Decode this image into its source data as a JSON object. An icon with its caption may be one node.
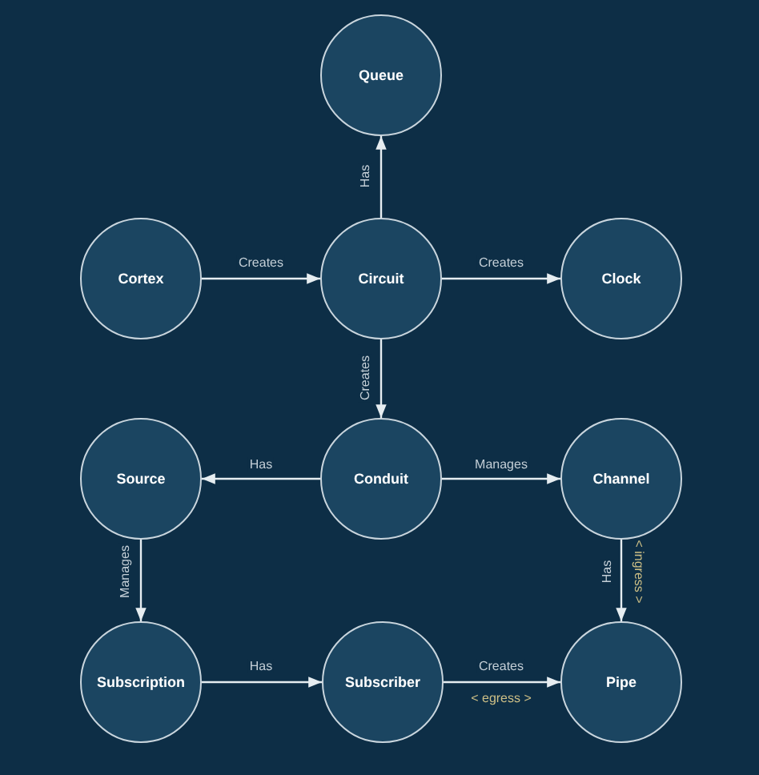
{
  "diagram": {
    "nodes": [
      {
        "text": [
          "Queue"
        ]
      },
      {
        "text": [
          "Cortex"
        ]
      },
      {
        "text": [
          "Circuit"
        ]
      },
      {
        "text": [
          "Clock"
        ]
      },
      {
        "text": [
          "Source"
        ]
      },
      {
        "text": [
          "Conduit"
        ]
      },
      {
        "text": [
          "Channel"
        ]
      },
      {
        "text": [
          "Subscription"
        ]
      },
      {
        "text": [
          "Subscriber"
        ]
      },
      {
        "text": [
          "Pipe"
        ]
      }
    ],
    "edges": [
      {
        "from": 2,
        "to": 0,
        "arrow": "to",
        "label": "Has"
      },
      {
        "from": 1,
        "to": 2,
        "arrow": "to",
        "label": "Creates"
      },
      {
        "from": 2,
        "to": 3,
        "arrow": "to",
        "label": "Creates"
      },
      {
        "from": 2,
        "to": 5,
        "arrow": "to",
        "label": "Creates"
      },
      {
        "from": 5,
        "to": 4,
        "arrow": "to",
        "label": "Has"
      },
      {
        "from": 5,
        "to": 6,
        "arrow": "to",
        "label": "Manages"
      },
      {
        "from": 4,
        "to": 7,
        "arrow": "to",
        "label": "Manages"
      },
      {
        "from": 6,
        "to": 9,
        "arrow": "to",
        "label": "Has"
      },
      {
        "from": 7,
        "to": 8,
        "arrow": "to",
        "label": "Has"
      },
      {
        "from": 8,
        "to": 9,
        "arrow": "to",
        "label": "Creates"
      }
    ],
    "labels": [
      "< ingress >",
      "< egress >"
    ]
  }
}
